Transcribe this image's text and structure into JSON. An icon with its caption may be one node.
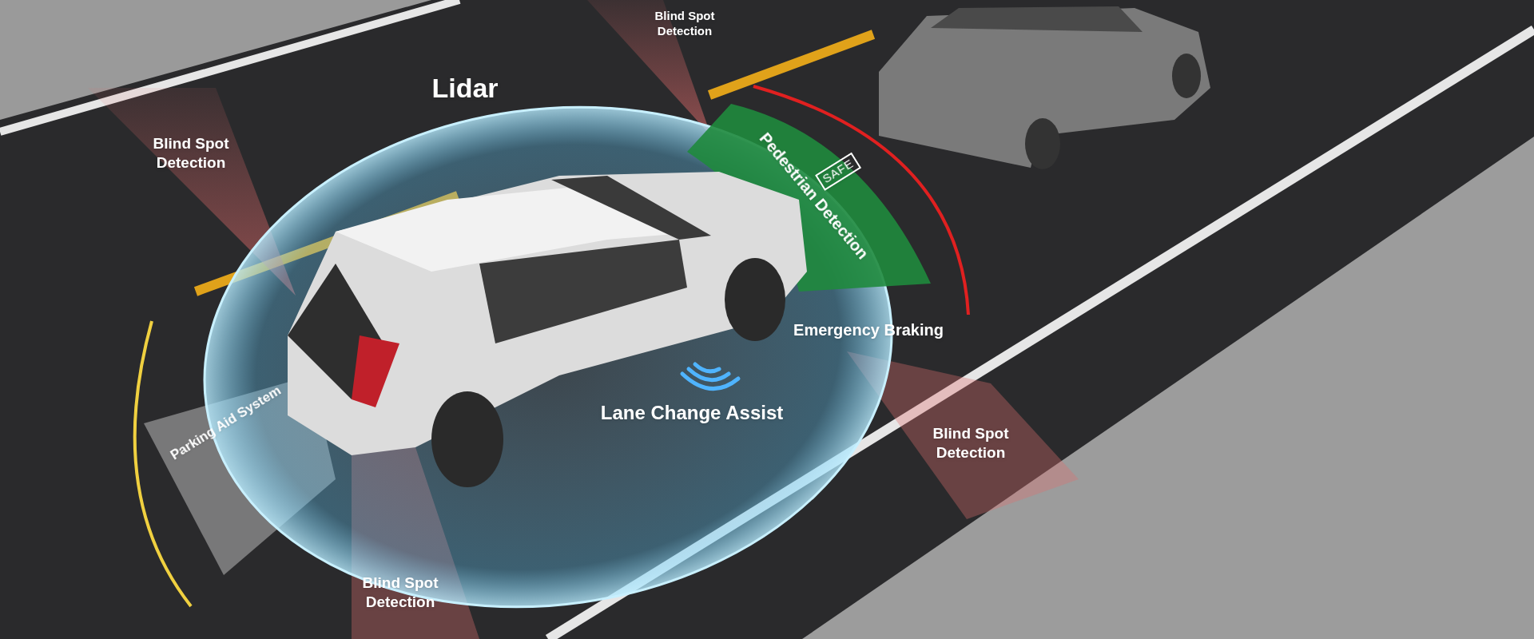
{
  "diagram": {
    "labels": [
      "Blind Spot Detection",
      "Lidar",
      "Blind Spot Detection",
      "SAFE",
      "Pedestrian Detection",
      "Emergency Braking",
      "Lane Change Assist",
      "Blind Spot Detection",
      "Parking Aid System",
      "Blind Spot Detection"
    ]
  }
}
